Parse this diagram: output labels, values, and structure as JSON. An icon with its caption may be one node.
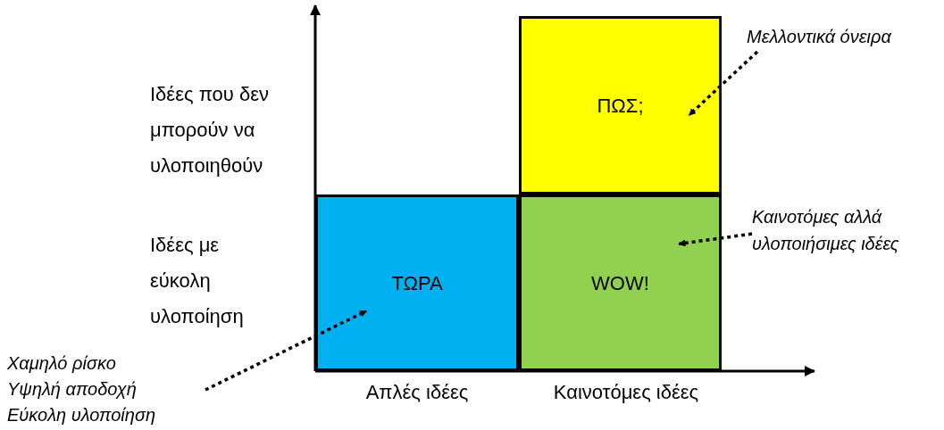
{
  "diagram": {
    "nodes": [
      {
        "text": [
          "ΠΩΣ;"
        ]
      },
      {
        "text": [
          "ΤΩΡΑ"
        ]
      },
      {
        "text": [
          "WOW!"
        ]
      },
      {
        "text": [
          "Μελλοντικά όνειρα"
        ]
      },
      {
        "text": [
          "Καινοτόμες αλλά υλοποιήσιμες ιδέες"
        ]
      },
      {
        "text": [
          "Χαμηλό ρίσκο",
          "Υψηλή αποδοχή",
          "Εύκολη υλοποίηση"
        ]
      }
    ],
    "edges": [
      {
        "from": 3,
        "to": 0,
        "arrow": "to",
        "style": "dashed"
      },
      {
        "from": 4,
        "to": 2,
        "arrow": "to",
        "style": "dashed"
      },
      {
        "from": 5,
        "to": 1,
        "arrow": "to",
        "style": "dashed"
      }
    ],
    "labels": [
      "Ιδέες που δεν μπορούν να υλοποιηθούν",
      "Ιδέες με εύκολη υλοποίηση",
      "Απλές ιδέες",
      "Καινοτόμες ιδέες"
    ]
  }
}
